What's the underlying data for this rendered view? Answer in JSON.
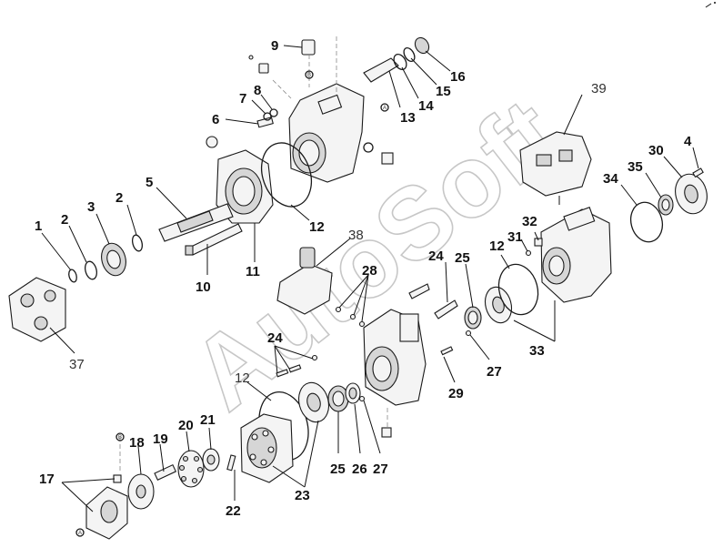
{
  "watermark": "AutoSoft",
  "callouts": {
    "c1": "1",
    "c2a": "2",
    "c2b": "2",
    "c3": "3",
    "c4": "4",
    "c5": "5",
    "c6": "6",
    "c7": "7",
    "c8": "8",
    "c9": "9",
    "c10": "10",
    "c11": "11",
    "c12a": "12",
    "c12b": "12",
    "c12c": "12",
    "c13": "13",
    "c14": "14",
    "c15": "15",
    "c16": "16",
    "c17": "17",
    "c18": "18",
    "c19": "19",
    "c20": "20",
    "c21": "21",
    "c22": "22",
    "c23": "23",
    "c24a": "24",
    "c24b": "24",
    "c25a": "25",
    "c25b": "25",
    "c26": "26",
    "c27a": "27",
    "c27b": "27",
    "c28": "28",
    "c29": "29",
    "c30": "30",
    "c31": "31",
    "c32": "32",
    "c33": "33",
    "c34": "34",
    "c35": "35",
    "c37": "37",
    "c38": "38",
    "c39": "39"
  },
  "markers": {
    "a": "A",
    "b": "B"
  }
}
